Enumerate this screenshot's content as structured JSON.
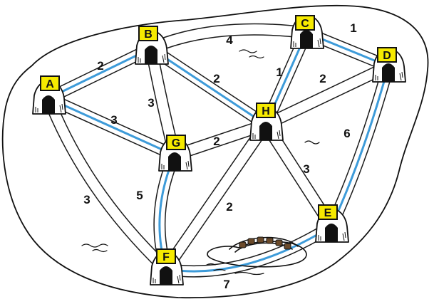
{
  "nodes": [
    {
      "id": "A",
      "label": "A"
    },
    {
      "id": "B",
      "label": "B"
    },
    {
      "id": "C",
      "label": "C"
    },
    {
      "id": "D",
      "label": "D"
    },
    {
      "id": "E",
      "label": "E"
    },
    {
      "id": "F",
      "label": "F"
    },
    {
      "id": "G",
      "label": "G"
    },
    {
      "id": "H",
      "label": "H"
    }
  ],
  "edges": [
    {
      "from": "A",
      "to": "B",
      "weight": "2",
      "river": true
    },
    {
      "from": "A",
      "to": "G",
      "weight": "3",
      "river": true
    },
    {
      "from": "A",
      "to": "F",
      "weight": "3",
      "river": false
    },
    {
      "from": "B",
      "to": "G",
      "weight": "3",
      "river": false
    },
    {
      "from": "B",
      "to": "H",
      "weight": "2",
      "river": true
    },
    {
      "from": "B",
      "to": "C",
      "weight": "4",
      "river": false
    },
    {
      "from": "C",
      "to": "D",
      "weight": "1",
      "river": true
    },
    {
      "from": "C",
      "to": "H",
      "weight": "1",
      "river": true
    },
    {
      "from": "D",
      "to": "H",
      "weight": "2",
      "river": false
    },
    {
      "from": "D",
      "to": "E",
      "weight": "6",
      "river": true
    },
    {
      "from": "G",
      "to": "H",
      "weight": "2",
      "river": false
    },
    {
      "from": "G",
      "to": "F",
      "weight": "5",
      "river": true
    },
    {
      "from": "H",
      "to": "E",
      "weight": "3",
      "river": false
    },
    {
      "from": "H",
      "to": "F",
      "weight": "2",
      "river": false
    },
    {
      "from": "F",
      "to": "E",
      "weight": "7",
      "river": true
    }
  ]
}
